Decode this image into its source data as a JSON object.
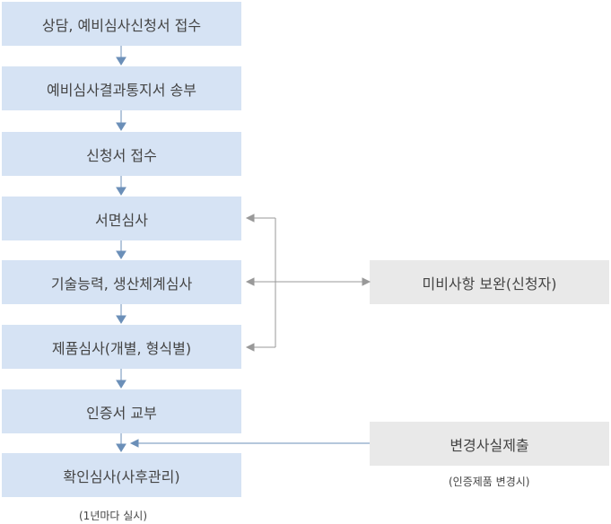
{
  "flow": {
    "steps": [
      "상담, 예비심사신청서 접수",
      "예비심사결과통지서 송부",
      "신청서 접수",
      "서면심사",
      "기술능력, 생산체계심사",
      "제품심사(개별, 형식별)",
      "인증서 교부",
      "확인심사(사후관리)"
    ],
    "bottom_note": "(1년마다 실시)"
  },
  "side": {
    "supplement": "미비사항 보완(신청자)",
    "change_submit": "변경사실제출",
    "change_note": "(인증제품 변경시)"
  },
  "colors": {
    "step_fill": "#d6e3f4",
    "side_fill": "#e9e9e9",
    "connector": "#6b8fb8",
    "side_connector": "#999999"
  }
}
